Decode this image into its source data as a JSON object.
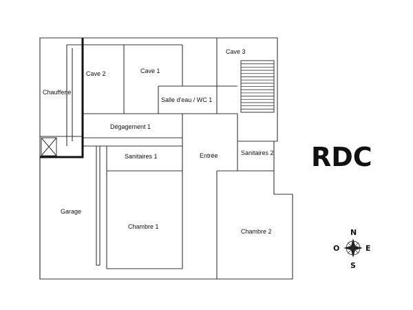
{
  "level_title": "RDC",
  "rooms": {
    "chaufferie": "Chaufferie",
    "cave2": "Cave 2",
    "cave1": "Cave 1",
    "cave3": "Cave 3",
    "salle_eau": "Salle d'eau / WC 1",
    "degagement": "Dégagement 1",
    "sanitaires1": "Sanitaires 1",
    "entree": "Entrée",
    "sanitaires2": "Sanitaires 2",
    "garage": "Garage",
    "chambre1": "Chambre 1",
    "chambre2": "Chambre 2"
  },
  "compass": {
    "north": "N",
    "south": "S",
    "east": "E",
    "west": "O"
  },
  "colors": {
    "wall": "#333333",
    "ink": "#111111",
    "background": "#ffffff"
  },
  "icons": {
    "compass": "compass-rose-icon",
    "stairs": "staircase-icon"
  }
}
